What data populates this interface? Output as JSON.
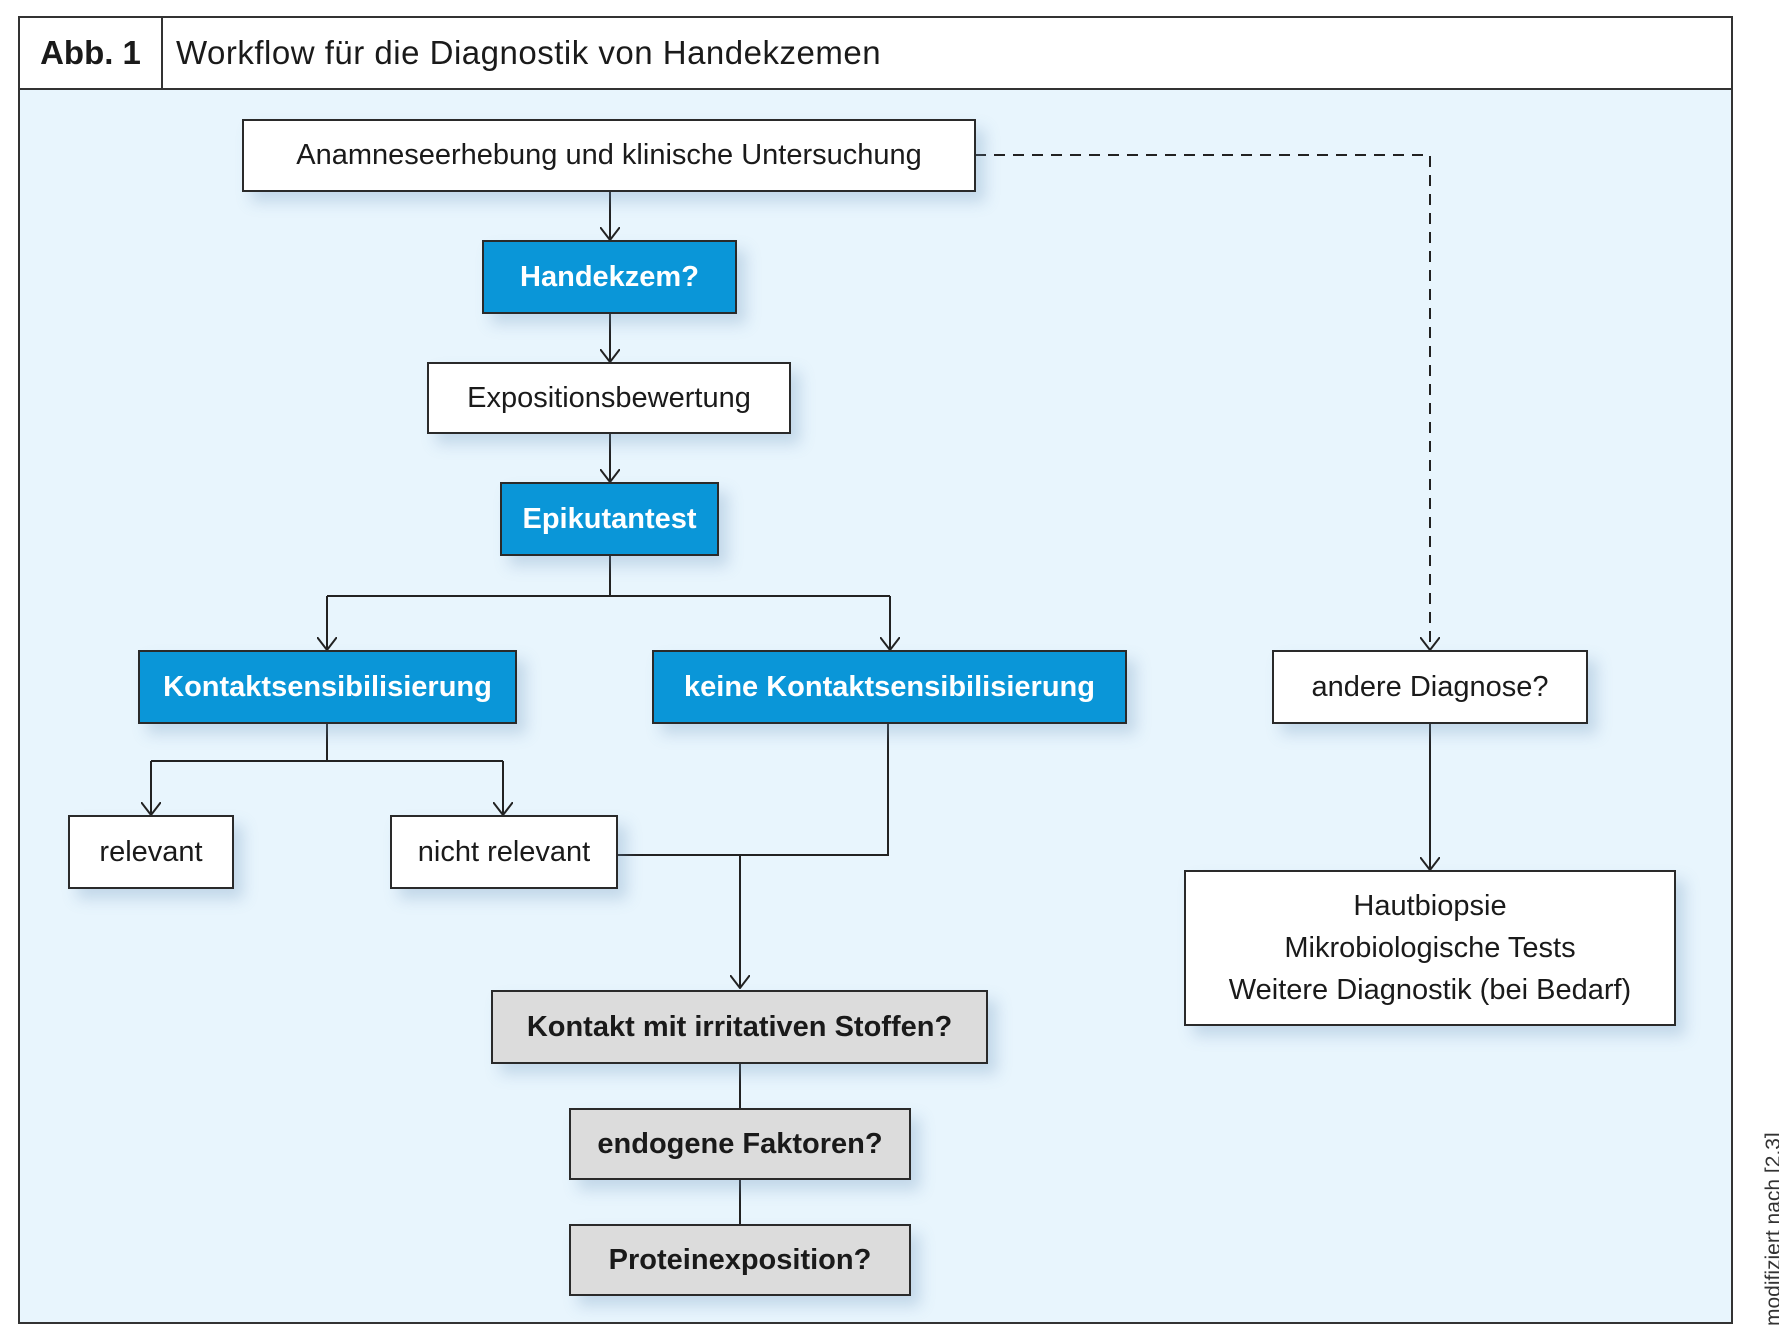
{
  "header": {
    "label": "Abb. 1",
    "title": "Workflow für die Diagnostik von Handekzemen"
  },
  "nodes": {
    "anamnese": "Anamneseerhebung und klinische Untersuchung",
    "handekzem": "Handekzem?",
    "exposition": "Expositionsbewertung",
    "epikutantest": "Epikutantest",
    "kontaktsens": "Kontaktsensibilisierung",
    "keine_kontaktsens": "keine Kontaktsensibilisierung",
    "relevant": "relevant",
    "nicht_relevant": "nicht relevant",
    "andere_diagnose": "andere Diagnose?",
    "weitere": [
      "Hautbiopsie",
      "Mikrobiologische Tests",
      "Weitere Diagnostik (bei Bedarf)"
    ],
    "irritativ": "Kontakt mit irritativen Stoffen?",
    "endogen": "endogene Faktoren?",
    "protein": "Proteinexposition?"
  },
  "colors": {
    "background": "#e8f5fd",
    "accent_box": "#0a96d8",
    "neutral_box": "#dcdcdc",
    "border": "#2a2a2a"
  },
  "credit": "modifiziert nach [2,3]"
}
